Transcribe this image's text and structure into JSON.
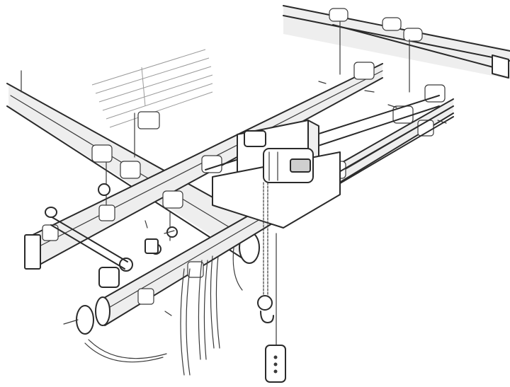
{
  "figure": {
    "kind": "technical line drawing",
    "colors": {
      "ink": "#2a2a2a",
      "paper": "#ffffff",
      "shade": "#cfcfcf"
    },
    "components": [
      "runway-rail-left",
      "runway-rail-right",
      "bridge-girder-front",
      "bridge-girder-back",
      "trolley-carriage",
      "hoist-motor-unit",
      "load-chain",
      "load-hook",
      "pendant-control",
      "festoon-cables",
      "hanger-rods",
      "end-stops"
    ]
  }
}
